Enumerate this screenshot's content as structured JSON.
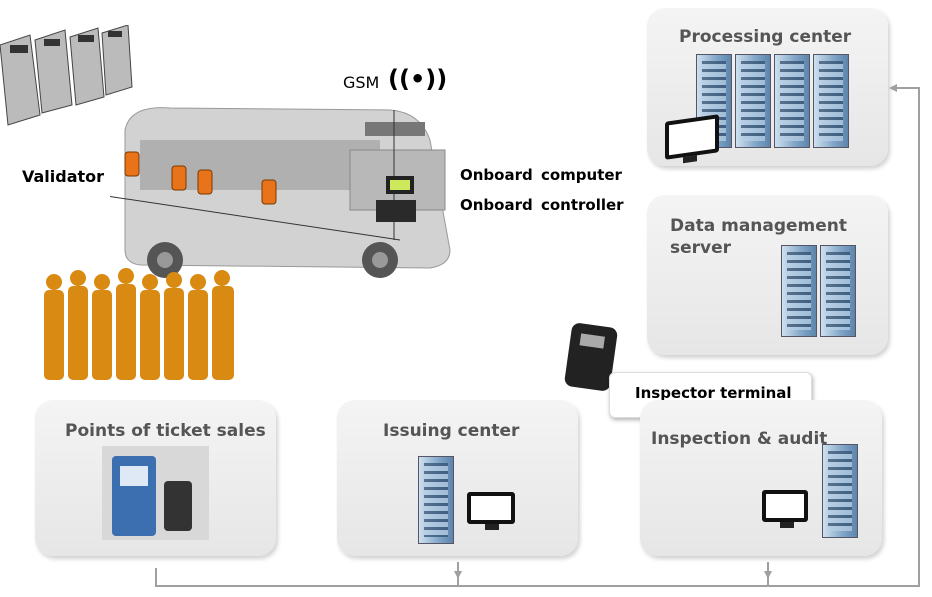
{
  "labels": {
    "gsm": "GSM",
    "validator": "Validator",
    "onboard_computer": "Onboard computer",
    "onboard_controller": "Onboard controller",
    "inspector_terminal": "Inspector terminal"
  },
  "boxes": {
    "processing_center": "Processing center",
    "data_management_server": "Data management server",
    "points_of_ticket_sales": "Points of ticket sales",
    "issuing_center": "Issuing center",
    "inspection_audit": "Inspection & audit"
  },
  "colors": {
    "validator": "#e8731a",
    "people": "#d98a12",
    "server": "#7fa4c6",
    "connector": "#a0a0a0"
  }
}
